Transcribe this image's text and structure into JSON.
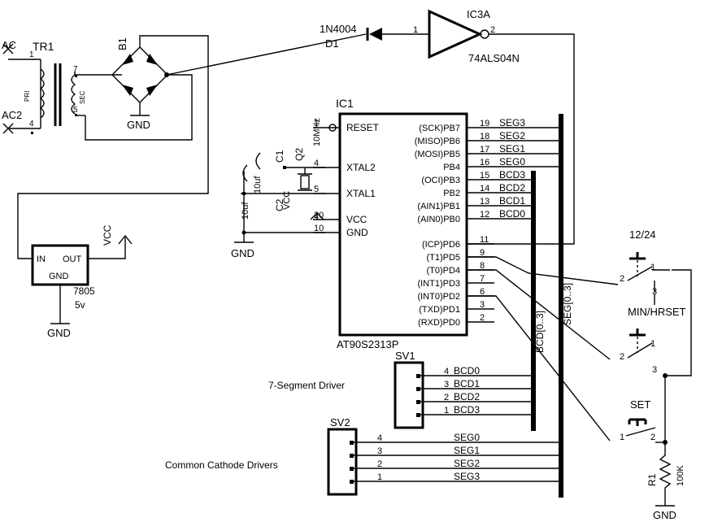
{
  "labels": {
    "ac": "AC",
    "ac2": "AC2",
    "tr1": "TR1",
    "pri": "PRI",
    "sec": "SEC",
    "tr_pin1": "1",
    "tr_pin4": "4",
    "tr_pin7": "7",
    "tr_pin5": "5",
    "b1": "B1",
    "gnd": "GND",
    "d1_part": "1N4004",
    "d1": "D1",
    "ic3a": "IC3A",
    "ic3a_part": "74ALS04N",
    "ic3a_pin1": "1",
    "ic3a_pin2": "2",
    "reg_in": "IN",
    "reg_out": "OUT",
    "reg_gnd": "GND",
    "reg_part": "7805",
    "reg_volt": "5v",
    "vcc": "VCC",
    "ic1": "IC1",
    "ic1_part": "AT90S2313P",
    "q2": "Q2",
    "q2_val": "10MHz",
    "c1": "C1",
    "c2": "C2",
    "c1_val": "10uf",
    "c2_val": "10uf",
    "bus_seg": "SEG[0..3]",
    "bus_bcd": "BCD[0..3]",
    "sv1": "SV1",
    "sv2": "SV2",
    "sv1_desc": "7-Segment Driver",
    "sv2_desc": "Common Cathode Drivers",
    "sw_1224": "12/24",
    "sw_minhr": "MIN/HRSET",
    "sw_set": "SET",
    "r1": "R1",
    "r1_val": "100K"
  },
  "ic1_left_pins": [
    {
      "num": "1",
      "name": "RESET"
    },
    {
      "num": "4",
      "name": "XTAL2"
    },
    {
      "num": "5",
      "name": "XTAL1"
    },
    {
      "num": "20",
      "name": "VCC"
    },
    {
      "num": "10",
      "name": "GND"
    }
  ],
  "ic1_right_pins": [
    {
      "num": "19",
      "name": "(SCK)PB7",
      "net": "SEG3"
    },
    {
      "num": "18",
      "name": "(MISO)PB6",
      "net": "SEG2"
    },
    {
      "num": "17",
      "name": "(MOSI)PB5",
      "net": "SEG1"
    },
    {
      "num": "16",
      "name": "PB4",
      "net": "SEG0"
    },
    {
      "num": "15",
      "name": "(OCI)PB3",
      "net": "BCD3"
    },
    {
      "num": "14",
      "name": "PB2",
      "net": "BCD2"
    },
    {
      "num": "13",
      "name": "(AIN1)PB1",
      "net": "BCD1"
    },
    {
      "num": "12",
      "name": "(AIN0)PB0",
      "net": "BCD0"
    },
    {
      "num": "11",
      "name": "(ICP)PD6",
      "net": ""
    },
    {
      "num": "9",
      "name": "(T1)PD5",
      "net": ""
    },
    {
      "num": "8",
      "name": "(T0)PD4",
      "net": ""
    },
    {
      "num": "7",
      "name": "(INT1)PD3",
      "net": ""
    },
    {
      "num": "6",
      "name": "(INT0)PD2",
      "net": ""
    },
    {
      "num": "3",
      "name": "(TXD)PD1",
      "net": ""
    },
    {
      "num": "2",
      "name": "(RXD)PD0",
      "net": ""
    }
  ],
  "sv1_pins": [
    {
      "num": "4",
      "net": "BCD0"
    },
    {
      "num": "3",
      "net": "BCD1"
    },
    {
      "num": "2",
      "net": "BCD2"
    },
    {
      "num": "1",
      "net": "BCD3"
    }
  ],
  "sv2_pins": [
    {
      "num": "4",
      "net": "SEG0"
    },
    {
      "num": "3",
      "net": "SEG1"
    },
    {
      "num": "2",
      "net": "SEG2"
    },
    {
      "num": "1",
      "net": "SEG3"
    }
  ],
  "switch_pins": [
    "1",
    "2",
    "3"
  ]
}
